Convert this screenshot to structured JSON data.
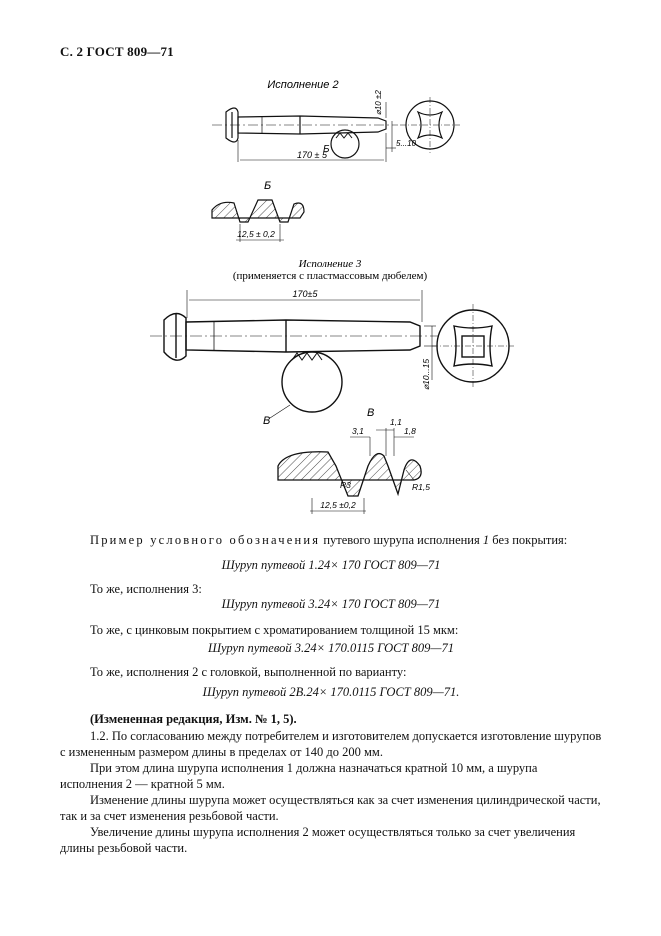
{
  "header": {
    "page_code": "С. 2 ГОСТ 809—71"
  },
  "figures": {
    "ver2_title": "Исполнение 2",
    "ver2_dim_length": "170 ± 5",
    "ver2_dim_diam": "⌀10 ±2",
    "ver2_dim_tip": "5...10",
    "ver2_detail_label": "Б",
    "detail_b_title": "Б",
    "detail_b_dim": "12,5 ± 0,2",
    "ver3_title": "Исполнение 3",
    "ver3_subtitle": "(применяется с пластмассовым дюбелем)",
    "ver3_dim_length": "170±5",
    "ver3_dim_diam": "⌀10...15",
    "ver3_detail_label": "В",
    "detail_v_title": "В",
    "detail_v_dim_a": "3,1",
    "detail_v_dim_b": "1,1",
    "detail_v_dim_c": "1,8",
    "detail_v_r3": "R3",
    "detail_v_r15": "R1,5",
    "detail_v_pitch": "12,5 ±0,2"
  },
  "content": {
    "example_lead_spaced": "Пример условного обозначения",
    "example_lead_rest": " путевого шурупа исполнения ",
    "example_lead_num": "1",
    "example_lead_tail": " без покрытия:",
    "des_1": "Шуруп путевой 1.24× 170 ГОСТ 809—71",
    "same_3": "То же, исполнения 3:",
    "des_2": "Шуруп путевой 3.24× 170 ГОСТ 809—71",
    "same_zinc": "То же, с цинковым покрытием с хроматированием толщиной 15 мкм:",
    "des_3": "Шуруп путевой 3.24× 170.0115 ГОСТ 809—71",
    "same_2_head": "То же, исполнения 2 с головкой, выполненной по варианту:",
    "des_4": "Шуруп путевой 2В.24× 170.0115 ГОСТ 809—71.",
    "edition": "(Измененная редакция, Изм. № 1, 5).",
    "p_1_2": "1.2. По согласованию между потребителем и изготовителем допускается изготовление шурупов с измененным размером длины в пределах от 140 до 200 мм.",
    "p_length": "При этом длина шурупа исполнения 1 должна назначаться кратной 10 мм, а шурупа исполнения 2 — кратной 5 мм.",
    "p_change": "Изменение длины шурупа может осуществляться как за счет изменения цилиндрической части, так и за счет изменения резьбовой части.",
    "p_increase": "Увеличение длины шурупа исполнения 2 может осуществляться только за счет увеличения длины резьбовой части."
  }
}
